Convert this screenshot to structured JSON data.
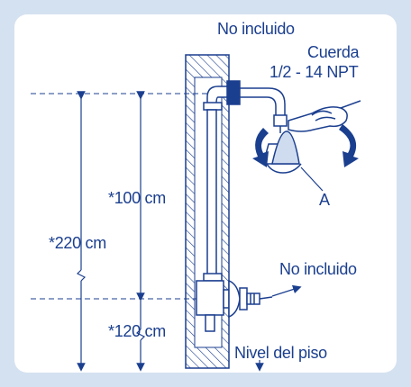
{
  "labels": {
    "not_included_top": "No incluido",
    "thread_title": "Cuerda",
    "thread_spec": "1/2  - 14 NPT",
    "part_a": "A",
    "height_100": "*100 cm",
    "height_220": "*220 cm",
    "not_included_valve": "No incluido",
    "height_120": "*120 cm",
    "floor_level": "Nivel del piso"
  },
  "colors": {
    "frame_background": "#d4e1f0",
    "panel_background": "#ffffff",
    "line_color": "#1b3f8f",
    "head_fill": "#cfdcef"
  },
  "icons": {
    "hand": "hand-icon",
    "rotation_arrows": "rotate-arrows-icon",
    "shower_head": "shower-head-icon"
  }
}
